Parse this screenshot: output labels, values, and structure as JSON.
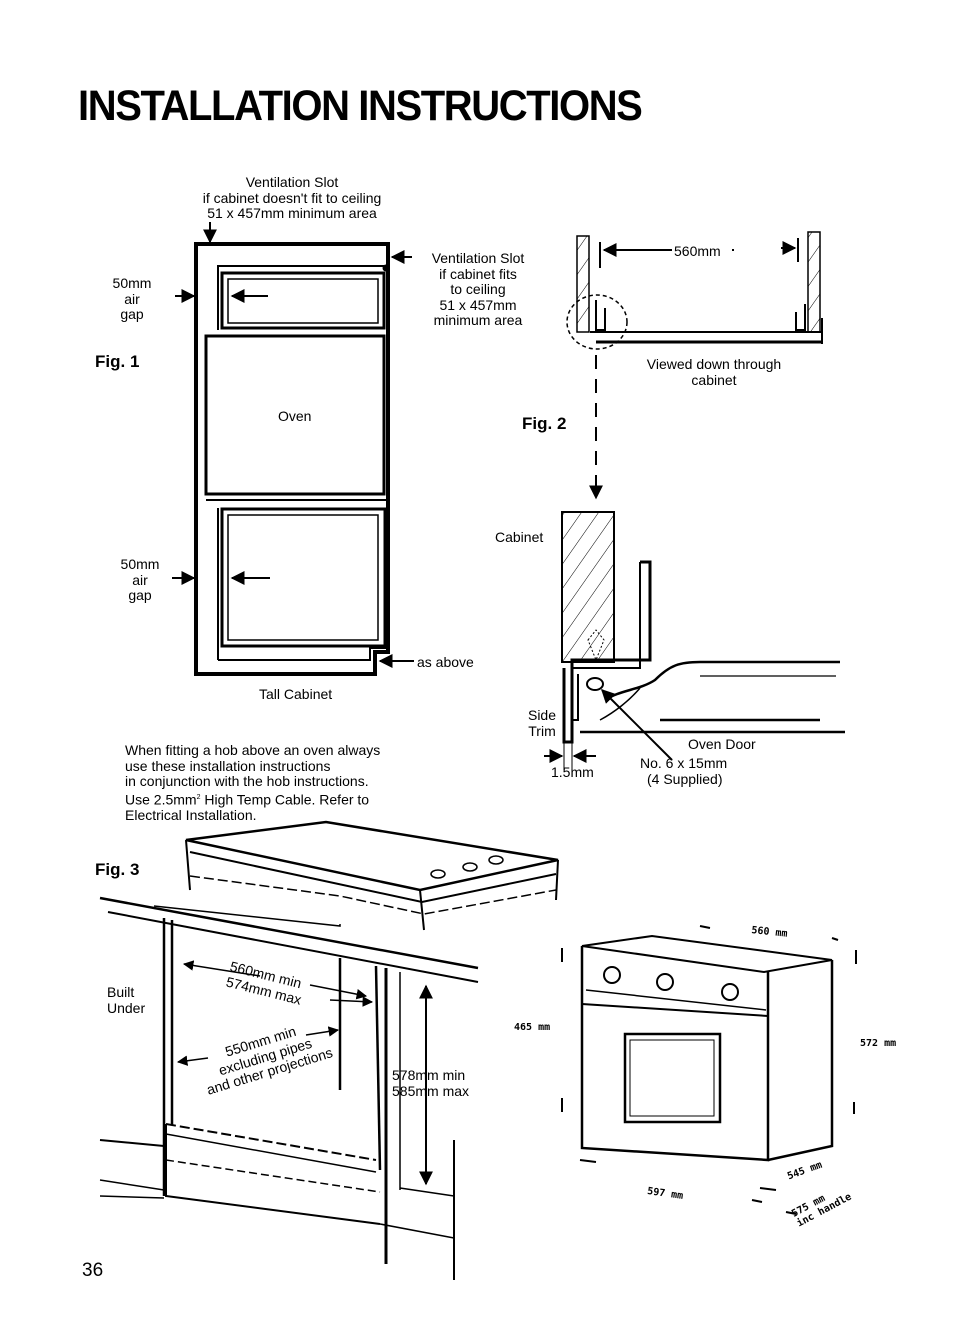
{
  "title": "INSTALLATION INSTRUCTIONS",
  "page_number": "36",
  "fig1": {
    "label": "Fig. 1",
    "vent_top": [
      "Ventilation Slot",
      "if cabinet doesn't fit to ceiling",
      "51 x 457mm minimum area"
    ],
    "vent_right": [
      "Ventilation Slot",
      "if cabinet fits",
      "to ceiling",
      "51 x 457mm",
      "minimum area"
    ],
    "air_gap_top": [
      "50mm",
      "air",
      "gap"
    ],
    "air_gap_bottom": [
      "50mm",
      "air",
      "gap"
    ],
    "oven": "Oven",
    "as_above": "as above",
    "tall_cabinet": "Tall Cabinet"
  },
  "fig2": {
    "label": "Fig. 2",
    "width": "560mm",
    "viewed": [
      "Viewed down through",
      "cabinet"
    ],
    "cabinet": "Cabinet",
    "side_trim": [
      "Side",
      "Trim"
    ],
    "oven_door": "Oven Door",
    "screw": [
      "No. 6 x 15mm",
      "(4 Supplied)"
    ],
    "gap": "1.5mm"
  },
  "note": {
    "line1": "When fitting a hob above an oven always",
    "line2": "use these installation instructions",
    "line3": "in conjunction with the hob instructions.",
    "line4a": "Use 2.5mm",
    "line4sup": "2",
    "line4b": " High Temp Cable. Refer to",
    "line5": "Electrical Installation."
  },
  "fig3": {
    "label": "Fig. 3",
    "built_under": [
      "Built",
      "Under"
    ],
    "width": [
      "560mm min",
      "574mm max"
    ],
    "depth": [
      "550mm min",
      "excluding pipes",
      "and other projections"
    ],
    "height": [
      "578mm min",
      "585mm max"
    ]
  },
  "oven_dims": {
    "width_top": "560 mm",
    "height_left": "465 mm",
    "height_right": "572 mm",
    "depth": "545 mm",
    "width_bottom": "597 mm",
    "depth_total": [
      "575 mm",
      "inc handle"
    ]
  }
}
